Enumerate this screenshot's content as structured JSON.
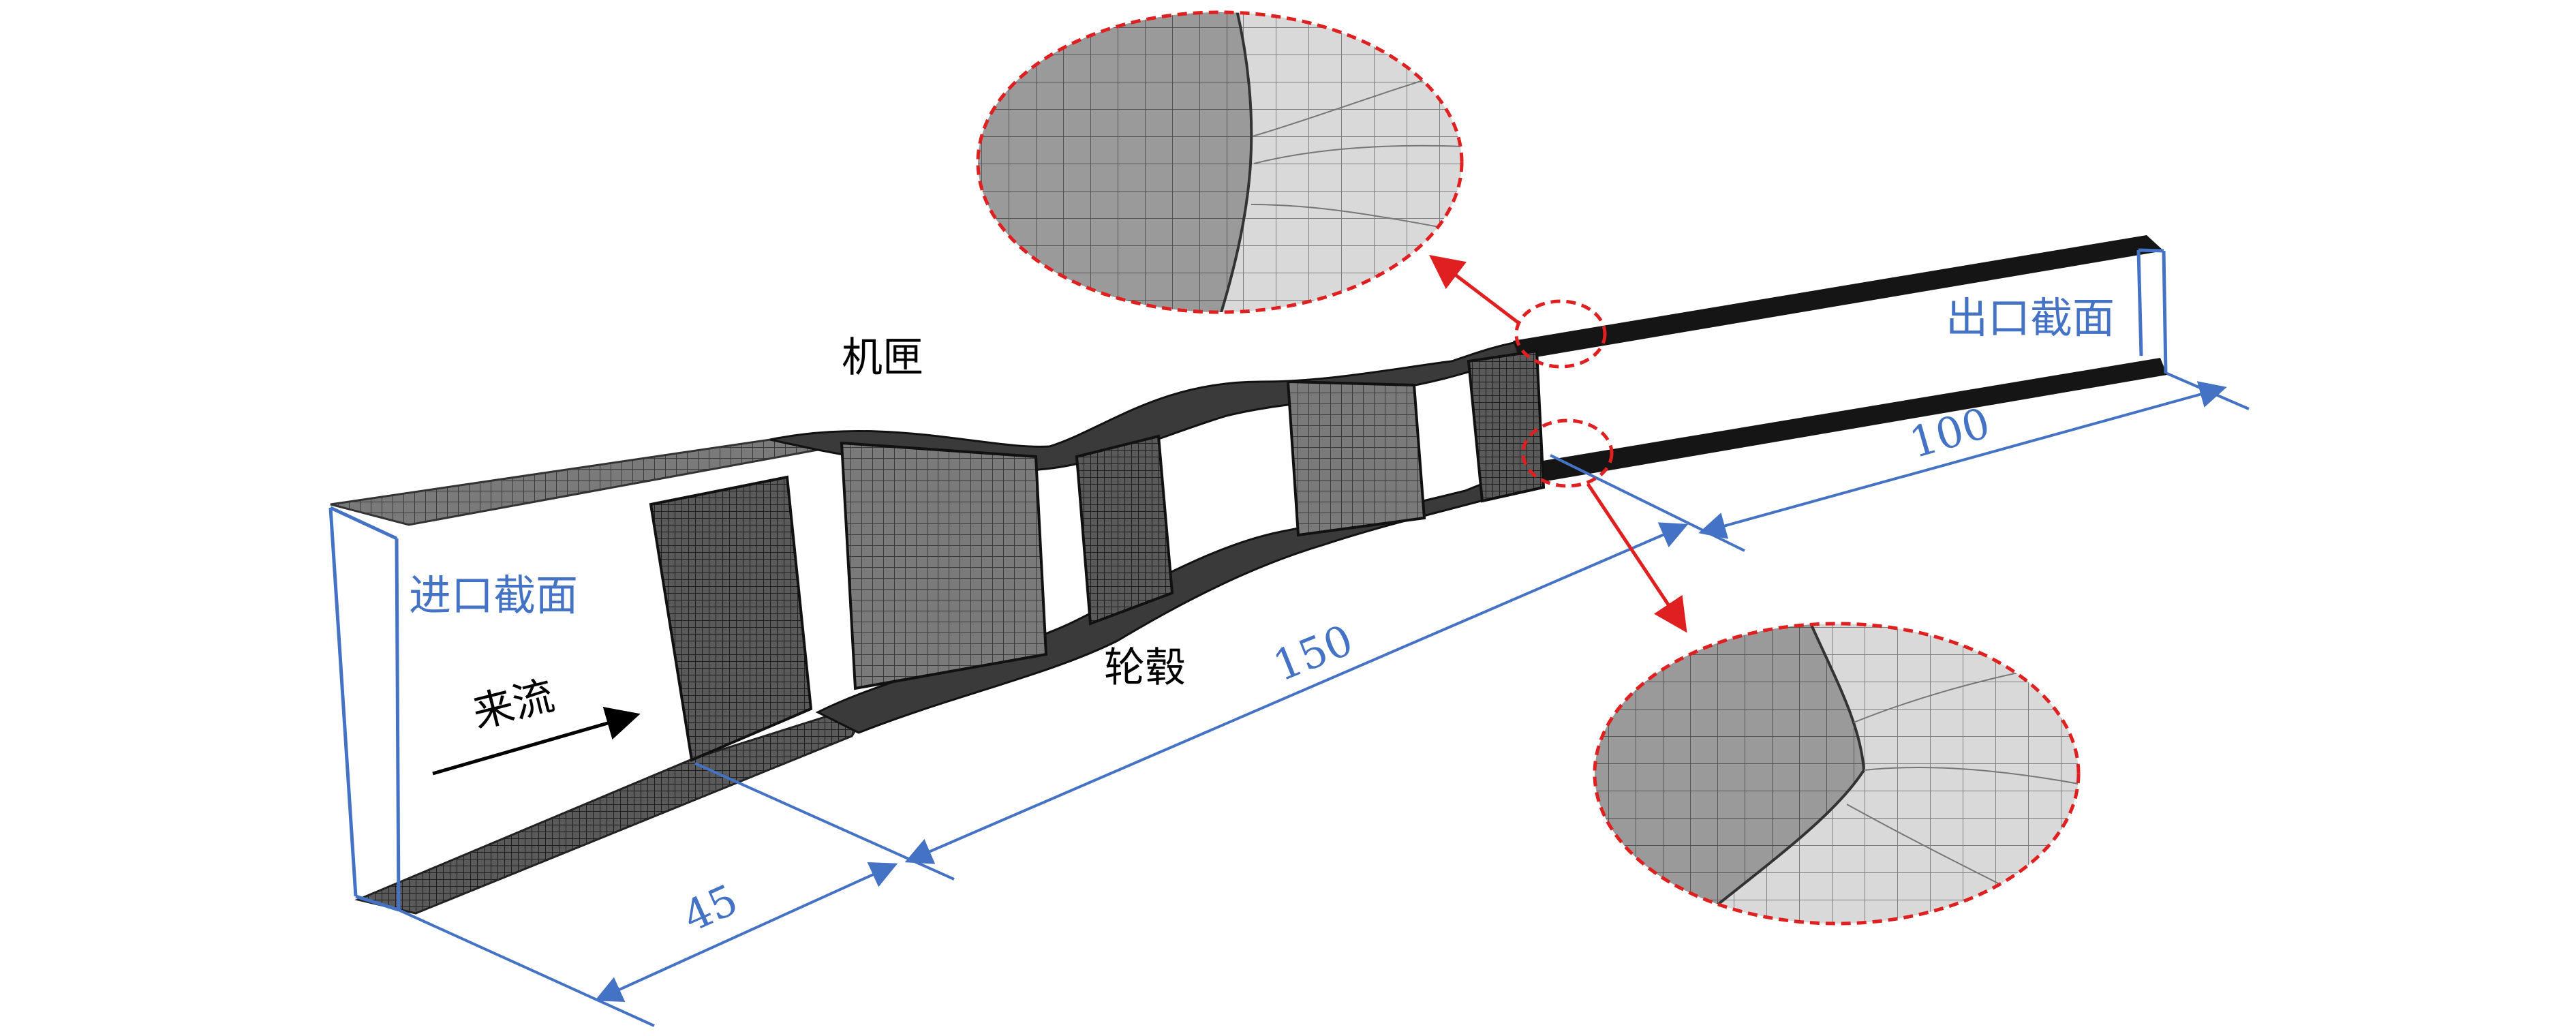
{
  "labels": {
    "inlet": "进口截面",
    "outlet": "出口截面",
    "casing": "机匣",
    "hub": "轮毂",
    "inflow": "来流"
  },
  "dimensions": {
    "inlet_length": "45",
    "middle_length": "150",
    "outlet_length": "100"
  },
  "colors": {
    "dimension": "#4472c4",
    "callout": "#e02020",
    "mesh_dark": "#1a1a1a",
    "mesh_light": "#d6d6d6"
  },
  "icons": {
    "inflow_arrow": "arrow-right-icon",
    "zoom_top": "zoom-callout-icon",
    "zoom_bottom": "zoom-callout-icon"
  }
}
